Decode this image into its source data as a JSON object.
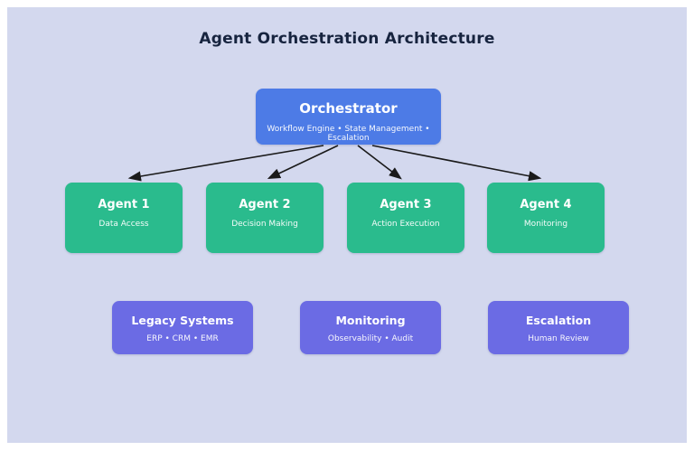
{
  "title": "Agent Orchestration Architecture",
  "colors": {
    "background": "#d3d8ee",
    "orchestrator": "#4d7be6",
    "agent": "#2abb8d",
    "system": "#6b6be4",
    "arrow": "#1a1a1a"
  },
  "orchestrator": {
    "title": "Orchestrator",
    "subtitle": "Workflow Engine • State Management • Escalation"
  },
  "agents": [
    {
      "title": "Agent 1",
      "subtitle": "Data Access"
    },
    {
      "title": "Agent 2",
      "subtitle": "Decision Making"
    },
    {
      "title": "Agent 3",
      "subtitle": "Action Execution"
    },
    {
      "title": "Agent 4",
      "subtitle": "Monitoring"
    }
  ],
  "systems": [
    {
      "title": "Legacy Systems",
      "subtitle": "ERP • CRM • EMR"
    },
    {
      "title": "Monitoring",
      "subtitle": "Observability • Audit"
    },
    {
      "title": "Escalation",
      "subtitle": "Human Review"
    }
  ]
}
